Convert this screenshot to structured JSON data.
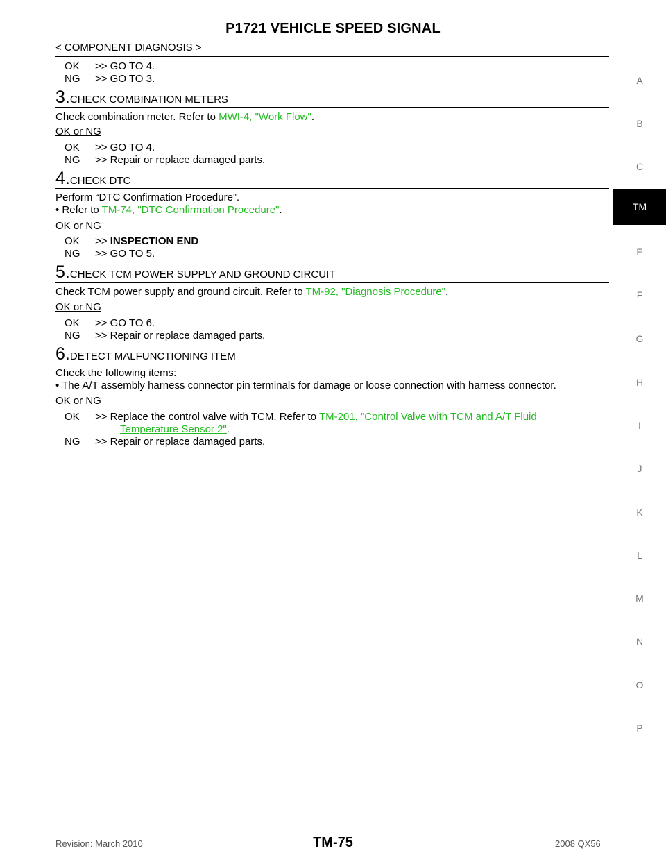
{
  "header": {
    "title": "P1721 VEHICLE SPEED SIGNAL",
    "breadcrumb": "< COMPONENT DIAGNOSIS >"
  },
  "intro": {
    "ok": "OK",
    "ok_text": ">> GO TO 4.",
    "ng": "NG",
    "ng_text": ">> GO TO 3."
  },
  "steps": [
    {
      "num": "3.",
      "title": "CHECK COMBINATION METERS",
      "body_prefix": "Check combination meter. Refer to ",
      "link": "MWI-4, \"Work Flow\"",
      "body_suffix": ".",
      "okng": "OK or NG",
      "ok_text": ">> GO TO 4.",
      "ng_text": ">> Repair or replace damaged parts."
    },
    {
      "num": "4.",
      "title": "CHECK DTC",
      "body": "Perform “DTC Confirmation Procedure”.",
      "bullet_prefix": "• Refer to ",
      "link": "TM-74, \"DTC Confirmation Procedure\"",
      "bullet_suffix": ".",
      "okng": "OK or NG",
      "ok_arrow": ">>",
      "ok_bold": "INSPECTION END",
      "ng_text": ">> GO TO 5."
    },
    {
      "num": "5.",
      "title": "CHECK TCM POWER SUPPLY AND GROUND CIRCUIT",
      "body_prefix": "Check TCM power supply and ground circuit. Refer to ",
      "link": "TM-92, \"Diagnosis Procedure\"",
      "body_suffix": ".",
      "okng": "OK or NG",
      "ok_text": ">> GO TO 6.",
      "ng_text": ">> Repair or replace damaged parts."
    },
    {
      "num": "6.",
      "title": "DETECT MALFUNCTIONING ITEM",
      "body": "Check the following items:",
      "bullet": "• The A/T assembly harness connector pin terminals for damage or loose connection with harness connector.",
      "okng": "OK or NG",
      "ok_prefix": ">> Replace the control valve with TCM. Refer to ",
      "link_a": "TM-201, \"Control Valve with TCM and A/T Fluid",
      "link_b": "Temperature Sensor 2\"",
      "ok_suffix": ".",
      "ng_text": ">> Repair or replace damaged parts."
    }
  ],
  "labels": {
    "ok": "OK",
    "ng": "NG"
  },
  "side_index": [
    "A",
    "B",
    "C",
    "TM",
    "E",
    "F",
    "G",
    "H",
    "I",
    "J",
    "K",
    "L",
    "M",
    "N",
    "O",
    "P"
  ],
  "side_active": "TM",
  "footer": {
    "revision": "Revision: March 2010",
    "page": "TM-75",
    "model": "2008 QX56"
  }
}
